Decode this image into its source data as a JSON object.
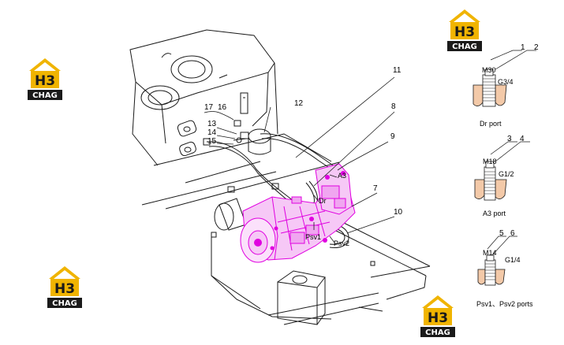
{
  "logos": [
    {
      "mark": "H3",
      "name": "CHAG"
    },
    {
      "mark": "H3",
      "name": "CHAG"
    },
    {
      "mark": "H3",
      "name": "CHAG"
    },
    {
      "mark": "H3",
      "name": "CHAG"
    }
  ],
  "colors": {
    "outline": "#1a1a1a",
    "pump": "#e000e0",
    "pump_fill": "#f6c8f6",
    "logo_gold": "#f0b400",
    "logo_dark": "#1a1a1a"
  },
  "callouts": {
    "c1": "1",
    "c2": "2",
    "c3": "3",
    "c4": "4",
    "c5": "5",
    "c6": "6",
    "c7": "7",
    "c8": "8",
    "c9": "9",
    "c10": "10",
    "c11": "11",
    "c12": "12",
    "c13": "13",
    "c14": "14",
    "c15": "15",
    "c16": "16",
    "c17": "17"
  },
  "ports": {
    "a3": "A3",
    "dr": "Dr",
    "psv1": "Psv1",
    "psv2": "Psv2"
  },
  "details": [
    {
      "bolt": "M30",
      "thread": "G3/4",
      "caption": "Dr port"
    },
    {
      "bolt": "M18",
      "thread": "G1/2",
      "caption": "A3 port"
    },
    {
      "bolt": "M14",
      "thread": "G1/4",
      "caption": "Psv1、Psv2 ports"
    }
  ]
}
